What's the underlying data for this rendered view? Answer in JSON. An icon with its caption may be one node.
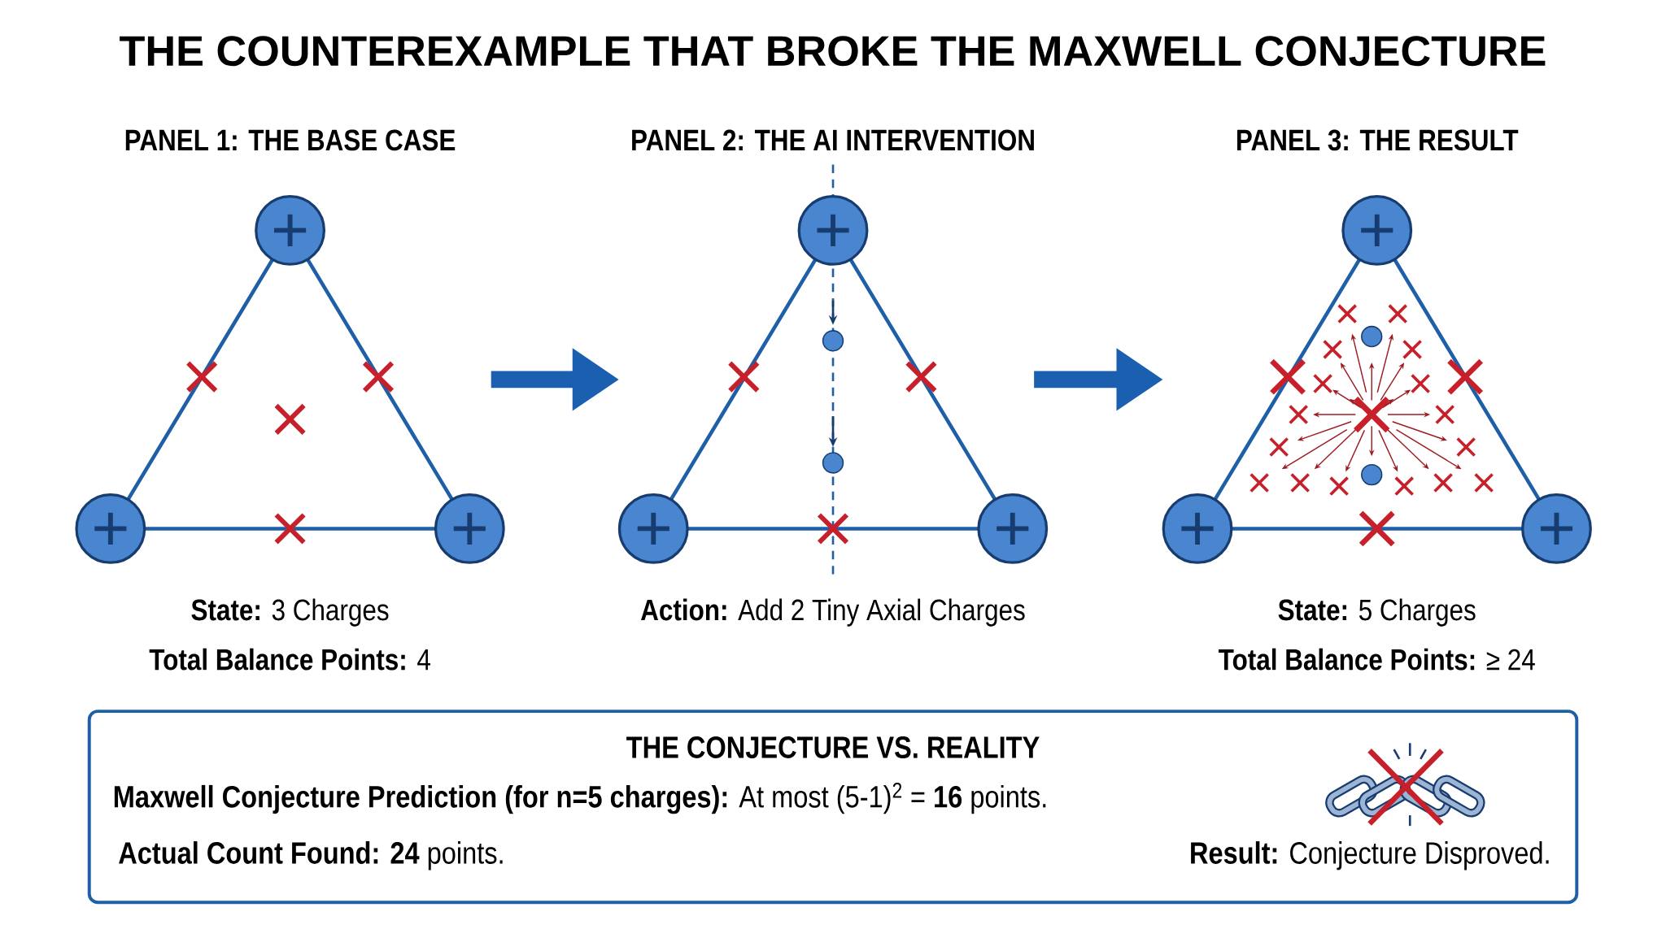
{
  "diagram": {
    "title": "THE COUNTEREXAMPLE THAT BROKE THE MAXWELL CONJECTURE",
    "nodes": [
      {
        "text": [],
        "shape": "triangle",
        "beside": [
          "PANEL 1: THE BASE CASE",
          "**State:** 3 Charges",
          "**Total Balance Points:** 4"
        ]
      },
      {
        "text": [],
        "shape": "triangle",
        "beside": [
          "PANEL 2: THE AI INTERVENTION",
          "**Action:** Add 2 Tiny Axial Charges"
        ]
      },
      {
        "text": [],
        "shape": "triangle",
        "beside": [
          "PANEL 3: THE RESULT",
          "**State:** 5 Charges",
          "**Total Balance Points:** ≥ 24"
        ]
      },
      {
        "text": [
          "THE CONJECTURE VS. REALITY",
          "**Maxwell Conjecture Prediction (for n=5 charges):** At most (5-1)$^{2}$ = **16** points.",
          "**Actual Count Found: 24** points.",
          "**Result:** Conjecture Disproved."
        ]
      }
    ],
    "edges": [
      {
        "from": 0,
        "to": 1,
        "arrow": "to"
      },
      {
        "from": 1,
        "to": 2,
        "arrow": "to"
      }
    ]
  }
}
